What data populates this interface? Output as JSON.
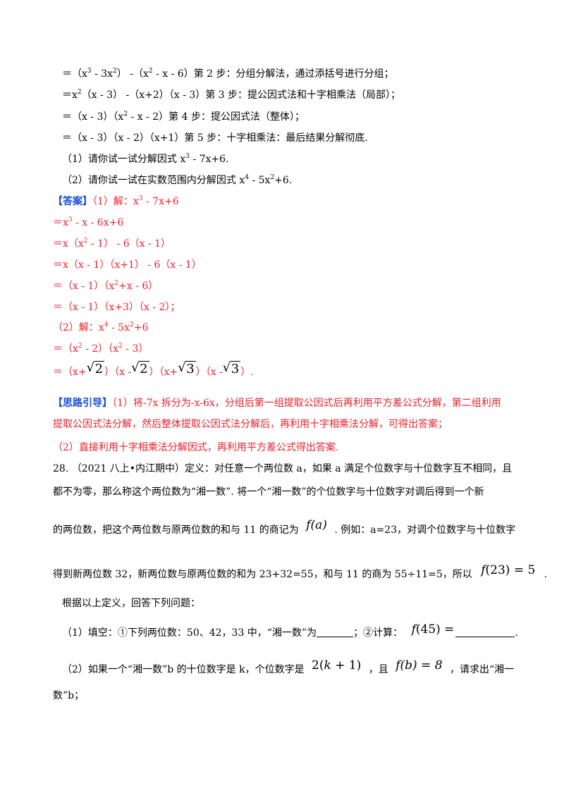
{
  "steps": {
    "s2": {
      "eq": "＝（x",
      "mid1": " - 3x",
      "mid2": "） -（x",
      "tail": " - x - 6）第 2 步：分组分解法，通过添括号进行分组；",
      "e1": "3",
      "e2": "2",
      "e3": "2"
    },
    "s3": {
      "eq": "＝x",
      "e1": "2",
      "tail": "（x - 3） -（x+2）（x - 3）第 3 步：提公因式法和十字相乘法（局部）；"
    },
    "s4": {
      "a": "＝（x - 3）（x",
      "e1": "2",
      "tail": " - x - 2）第 4 步：提公因式法（整体）；"
    },
    "s5": {
      "text": "＝（x - 3）（x - 2）（x+1）第 5 步：十字相乘法：最后结果分解彻底."
    }
  },
  "q1": {
    "a": "（1）请你试一试分解因式 x",
    "e1": "3",
    "tail": " - 7x+6."
  },
  "q2": {
    "a": "（2）请你试一试在实数范围内分解因式 x",
    "e1": "4",
    "b": " - 5x",
    "e2": "2",
    "tail": "+6."
  },
  "answer": {
    "label": "【答案】",
    "l1": {
      "a": "（1）解：x",
      "e1": "3",
      "tail": " - 7x+6"
    },
    "l2": {
      "a": "＝x",
      "e1": "3",
      "tail": " - x - 6x+6"
    },
    "l3": {
      "a": "＝x（x",
      "e1": "2",
      "tail": " - 1） - 6（x - 1）"
    },
    "l4": {
      "text": "＝x（x - 1）（x+1） - 6（x - 1）"
    },
    "l5": {
      "a": "＝（x - 1）（x",
      "e1": "2",
      "tail": "+x - 6）"
    },
    "l6": {
      "text": "＝（x - 1）（x+3）（x - 2）；"
    },
    "l7": {
      "a": "（2）解：x",
      "e1": "4",
      "b": " - 5x",
      "e2": "2",
      "tail": "+6"
    },
    "l8": {
      "a": "＝（x",
      "e1": "2",
      "b": " - 2）（x",
      "e2": "2",
      "tail": " - 3）"
    },
    "l9": {
      "p1": "＝（x+",
      "r1": "2",
      "p2": "）（x -",
      "r2": "2",
      "p3": "）（x+",
      "r3": "3",
      "p4": "）（x -",
      "r4": "3",
      "p5": "）."
    }
  },
  "guide": {
    "label": "【思路引导】",
    "l1": "（1）将-7x 拆分为-x-6x，分组后第一组提取公因式后再利用平方差公式分解，第二组利用",
    "l2": "提取公因式法分解，然后整体提取公因式法分解后，再利用十字相乘法分解，可得出答案；",
    "l3": "（2）直接利用十字相乘法分解因式，再利用平方差公式得出答案."
  },
  "problem28": {
    "l1": "28. （2021 八上•内江期中）定义：对任意一个两位数 a，如果 a 满足个位数字与十位数字互不相同，且",
    "l2": "都不为零，那么称这个两位数为“湘一数”. 将一个“湘一数”的个位数字与十位数字对调后得到一个新",
    "l3a": "的两位数，把这个两位数与原两位数的和与 11 的商记为",
    "l3m_f": "f",
    "l3m_arg": "(a)",
    "l3b": ". 例如：a=23，对调个位数字与十位数字",
    "l4a": "得到新两位数 32，新两位数与原两位数的和为 23+32=55，和与 11 的商为 55÷11=5，所以",
    "l4m_f": "f",
    "l4m_rest": "(23) = 5",
    "l4b": ".",
    "l5": "根据以上定义，回答下列问题：",
    "q1a": "（1）填空：①下列两位数：50、42，33 中，“湘一数”为",
    "q1b": "；②计算：",
    "q1m_f": "f",
    "q1m_rest": "(45) =",
    "q1c": ".",
    "q2a": "（2）如果一个“湘一数”b 的十位数字是 k，个位数字是",
    "q2m1": "2(",
    "q2m1_k": "k",
    "q2m1_rest": " + 1)",
    "q2b": "，且",
    "q2m2_f": "f",
    "q2m2_arg": "(b) = 8",
    "q2c": "，请求出“湘一",
    "q2d": "数”b；"
  }
}
